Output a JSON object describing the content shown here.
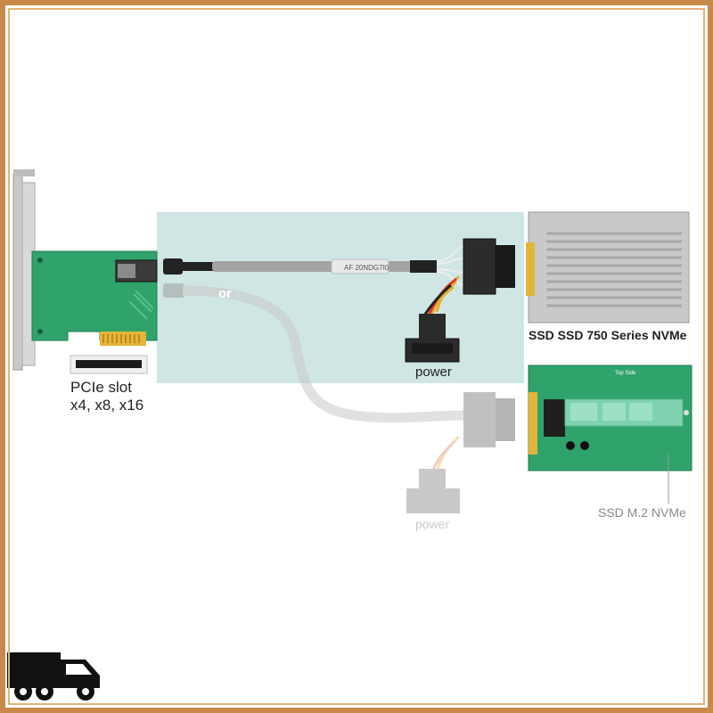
{
  "labels": {
    "pcie_slot": "PCIe slot",
    "pcie_lanes": "x4, x8, x16",
    "power": "power",
    "power_faded": "power",
    "or": "or",
    "ssd_750": "SSD  SSD 750 Series NVMe",
    "ssd_m2": "SSD M.2 NVMe",
    "cable_marking": "AF 20NDG7I0",
    "m2_board_title": "Top Side"
  },
  "icons": {
    "truck": "delivery-truck-icon"
  },
  "colors": {
    "frame": "#c8894a",
    "highlight": "#cfe6e4",
    "pcb": "#2fa36b"
  }
}
